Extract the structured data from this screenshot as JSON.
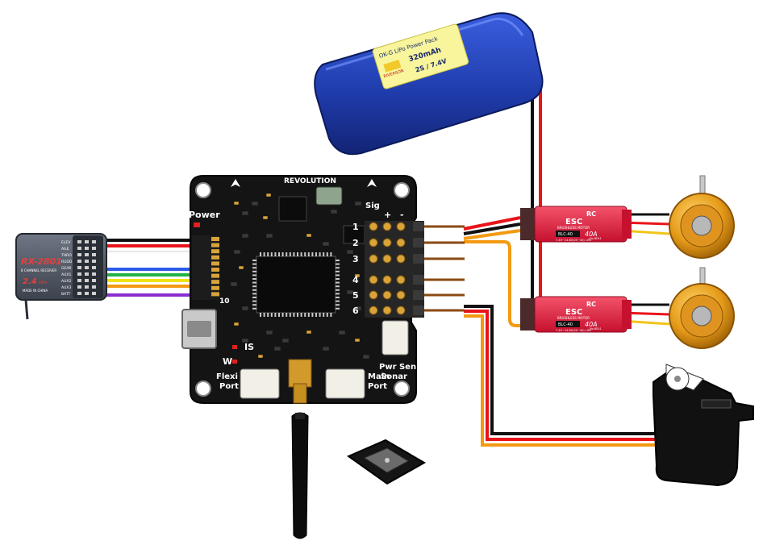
{
  "battery": {
    "label_title": "OK-G LiPo Power Pack",
    "capacity": "320mAh",
    "voltage": "2S / 7.4V",
    "brand": "RIVERSON"
  },
  "receiver": {
    "model": "RX-2801",
    "subtitle": "8 CHANNEL RECEIVER",
    "band": "2.4",
    "band_unit": "GHz",
    "origin": "MADE IN CHINA",
    "channels": [
      "ELEV",
      "AILE",
      "THRO",
      "RUDD",
      "GEAR",
      "AUX1",
      "AUX2",
      "AUX3",
      "BATT"
    ]
  },
  "board": {
    "brand": "REVOLUTION",
    "power_label": "Power",
    "sig_label": "Sig",
    "plus_label": "+",
    "minus_label": "-",
    "output_numbers": [
      "1",
      "2",
      "3",
      "4",
      "5",
      "6"
    ],
    "pin_label": "10",
    "status_labels": [
      "IS",
      "W"
    ],
    "flexi_port": [
      "Flexi",
      "Port"
    ],
    "main_port": [
      "Main",
      "Port"
    ],
    "pwr_sen": [
      "Pwr Sen",
      "Sonar"
    ]
  },
  "esc": {
    "title_small": "RC",
    "title": "ESC",
    "subtitle": "BRUSHLESS MOTOR",
    "model": "BLC-40",
    "rating": "40A",
    "spec_1": "No.BE41",
    "spec_2": "7.4V~14.8V(2S~4S) LiPo"
  },
  "colors": {
    "board": "#141414",
    "battery": "#1f3fb0",
    "esc": "#e21c3c",
    "motor": "#e8a020",
    "wire_red": "#e8141a",
    "wire_black": "#101010",
    "wire_orange": "#f39a12",
    "wire_brown": "#8a4a12"
  }
}
